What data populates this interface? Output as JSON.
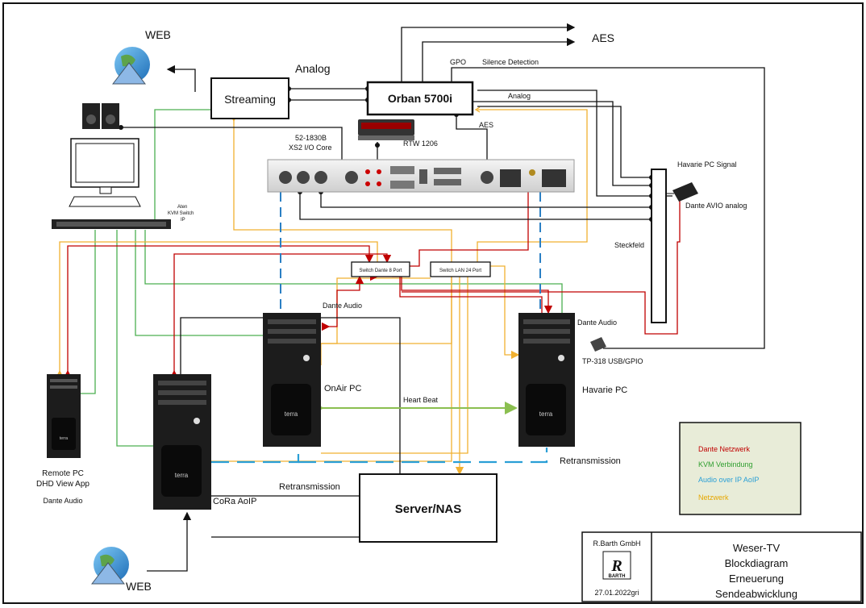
{
  "labels": {
    "web_top": "WEB",
    "analog_top": "Analog",
    "aes_top": "AES",
    "gpo": "GPO",
    "silence": "Silence Detection",
    "analog_mid": "Analog",
    "aes_mid": "AES",
    "rtw": "RTW 1206",
    "xs2_model": "52-1830B",
    "xs2_name": "XS2 I/O Core",
    "havarie_signal": "Havarie PC Signal",
    "dante_avio": "Dante AVIO analog",
    "steckfeld": "Steckfeld",
    "aten1": "Aten",
    "aten2": "KVM Switch",
    "aten3": "IP",
    "switch_dante": "Switch Dante 8 Port",
    "switch_lan": "Switch LAN 24 Port",
    "dante_audio_onair": "Dante Audio",
    "dante_audio_havarie": "Dante Audio",
    "tp318": "TP-318 USB/GPIO",
    "onair_pc": "OnAir PC",
    "heartbeat": "Heart Beat",
    "havarie_pc": "Havarie PC",
    "retrans_right": "Retransmission",
    "retrans_mid": "Retransmission",
    "remote1": "Remote PC",
    "remote2": "DHD View App",
    "remote3": "Dante Audio",
    "cora": "CoRa AoIP",
    "web_bottom": "WEB",
    "terra": "terra"
  },
  "boxes": {
    "streaming": "Streaming",
    "orban": "Orban 5700i",
    "server": "Server/NAS"
  },
  "legend": {
    "items": [
      {
        "label": "Dante Netzwerk",
        "color": "#c00000"
      },
      {
        "label": "KVM Verbindung",
        "color": "#2e9e2e"
      },
      {
        "label": "Audio over IP AoIP",
        "color": "#2a9fd6"
      },
      {
        "label": "Netzwerk",
        "color": "#e6a700"
      }
    ]
  },
  "titleblock": {
    "company": "R.Barth GmbH",
    "logo_text": "BARTH",
    "date": "27.01.2022gri",
    "lines": [
      "Weser-TV",
      "Blockdiagram",
      "Erneuerung",
      "Sendeabwicklung"
    ]
  },
  "colors": {
    "red": "#c00000",
    "green": "#4caf50",
    "blue": "#2a7fc4",
    "orange": "#f0b030",
    "olive": "#8bbf50",
    "legend_bg": "#e8ecd8"
  }
}
